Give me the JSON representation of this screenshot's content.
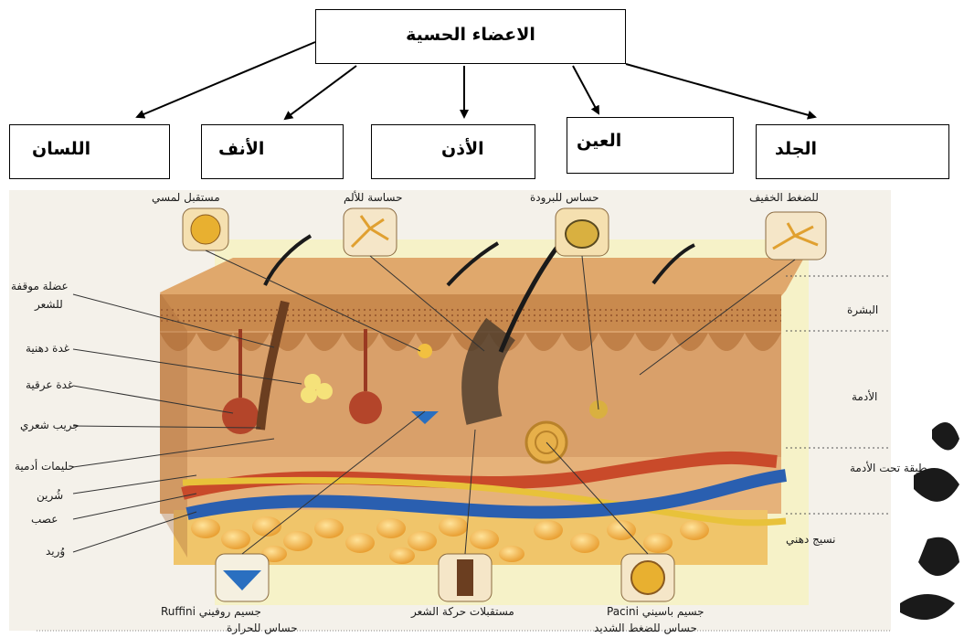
{
  "title": "الاعضاء الحسية",
  "organs": [
    {
      "id": "tongue",
      "label": "اللسان"
    },
    {
      "id": "nose",
      "label": "الأنف"
    },
    {
      "id": "ear",
      "label": "الأذن"
    },
    {
      "id": "eye",
      "label": "العين"
    },
    {
      "id": "skin",
      "label": "الجلد"
    }
  ],
  "figure": {
    "top_receptors": {
      "touch": "مستقبل لمسي",
      "pain": "حساسة للألم",
      "cold": "حساس للبرودة",
      "light_pressure": "للضغط الخفيف"
    },
    "left_labels": {
      "arrector_muscle_1": "عضلة موقفة",
      "arrector_muscle_2": "للشعر",
      "sebaceous_gland": "غدة دهنية",
      "sweat_gland": "غدة عرقية",
      "hair_follicle": "جريب شعري",
      "dermal_papillae": "حليمات أدمية",
      "artery": "شُرين",
      "nerve": "عصب",
      "vein": "وُريد"
    },
    "right_labels": {
      "epidermis": "البشرة",
      "dermis": "الأدمة",
      "subcutaneous": "طبقة تحت الأدمة",
      "fat_tissue": "نسيج دهني"
    },
    "bottom_labels": {
      "ruffini_1": "جسيم روفيني Ruffini",
      "ruffini_2": "حساس للحرارة",
      "hair_movement": "مستقبلات حركة الشعر",
      "pacini_1": "جسيم باسيني Pacini",
      "pacini_2": "حساس للضغط الشديد"
    }
  },
  "colors": {
    "epidermis": "#c98a4e",
    "dermis": "#d9a06a",
    "fat": "#f2b64a",
    "artery": "#c94a2a",
    "vein": "#2a5fb0",
    "nerve": "#e8c23a",
    "background_panel": "#f6f2c8"
  }
}
